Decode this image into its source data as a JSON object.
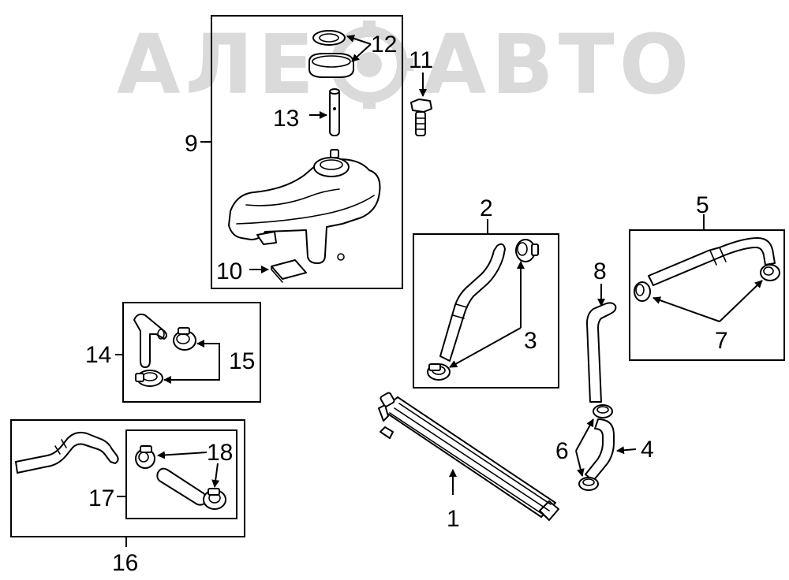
{
  "watermark": {
    "text": "АЛЕ",
    "text2": "АВТО",
    "color": "#bdbdbd"
  },
  "callouts": {
    "c1": "1",
    "c2": "2",
    "c3": "3",
    "c4": "4",
    "c5": "5",
    "c6": "6",
    "c7": "7",
    "c8": "8",
    "c9": "9",
    "c10": "10",
    "c11": "11",
    "c12": "12",
    "c13": "13",
    "c14": "14",
    "c15": "15",
    "c16": "16",
    "c17": "17",
    "c18": "18"
  },
  "colors": {
    "line": "#000000",
    "background": "#ffffff"
  }
}
